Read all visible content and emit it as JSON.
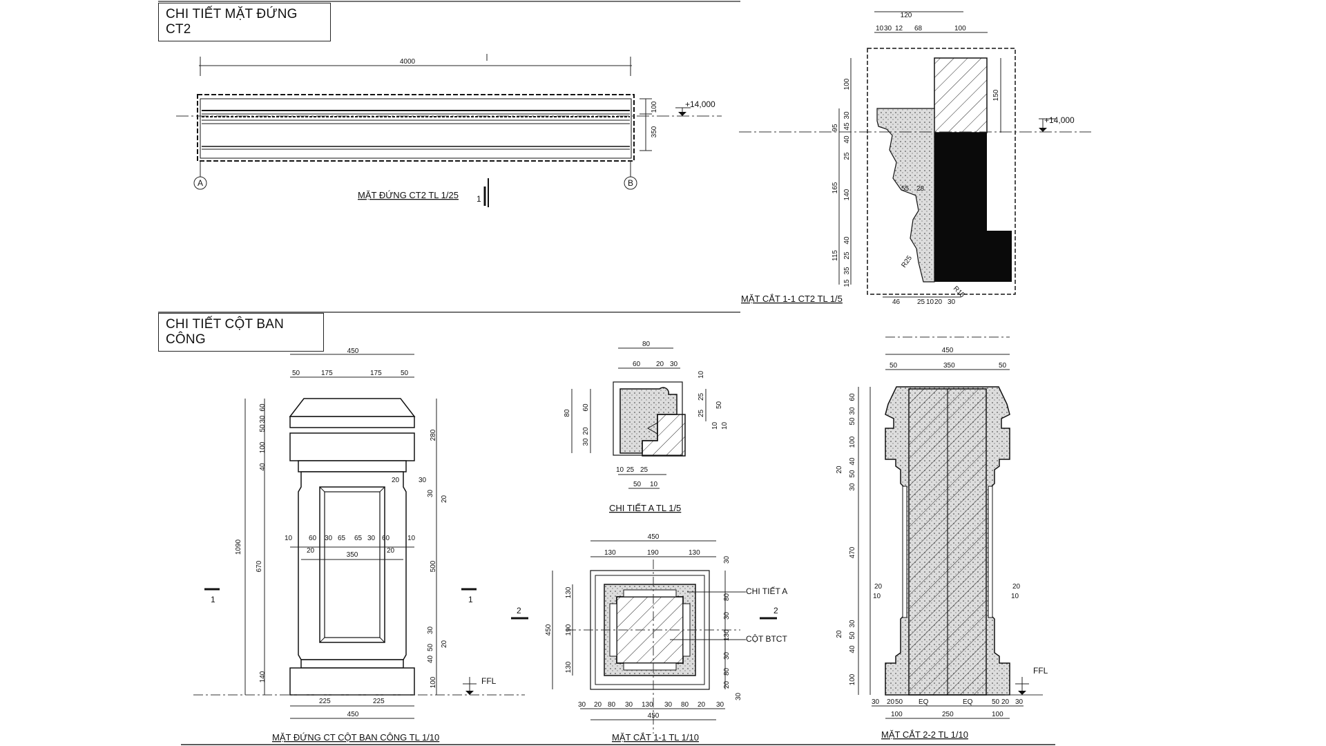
{
  "sections": {
    "top_title": "CHI TIẾT MẶT ĐỨNG CT2",
    "bottom_title": "CHI TIẾT CỘT BAN CÔNG"
  },
  "captions": {
    "elev_ct2": "MẶT ĐỨNG CT2 TL 1/25",
    "sec11_ct2": "MẶT CẮT 1-1 CT2 TL 1/5",
    "col_elev": "MẶT ĐỨNG CT CỘT BAN CÔNG TL 1/10",
    "detail_a": "CHI TIẾT A TL 1/5",
    "col_sec11": "MẶT CẮT 1-1 TL 1/10",
    "col_sec22": "MẶT CẮT 2-2 TL 1/10"
  },
  "labels": {
    "level": "+14,000",
    "grid_a": "A",
    "grid_b": "B",
    "ffl": "FFL",
    "mark1": "1",
    "mark2": "2",
    "chi_tiet_a": "CHI TIẾT A",
    "cot_btct": "CỘT BTCT",
    "r25": "R25",
    "r15": "R15",
    "eq": "EQ"
  },
  "dims": {
    "d4000": "4000",
    "d100": "100",
    "d350": "350",
    "d120": "120",
    "d10": "10",
    "d30": "30",
    "d12": "12",
    "d68": "68",
    "d150": "150",
    "d95": "95",
    "d45": "45",
    "d40": "40",
    "d25": "25",
    "d165": "165",
    "d140": "140",
    "d115": "115",
    "d35": "35",
    "d15": "15",
    "d55": "55",
    "d28": "28",
    "d46": "46",
    "d20": "20",
    "d450": "450",
    "d50": "50",
    "d175": "175",
    "d60": "60",
    "d280": "280",
    "d1090": "1090",
    "d670": "670",
    "d500": "500",
    "d65": "65",
    "d225": "225",
    "d80": "80",
    "d130": "130",
    "d190": "190",
    "d470": "470",
    "d250": "250"
  }
}
